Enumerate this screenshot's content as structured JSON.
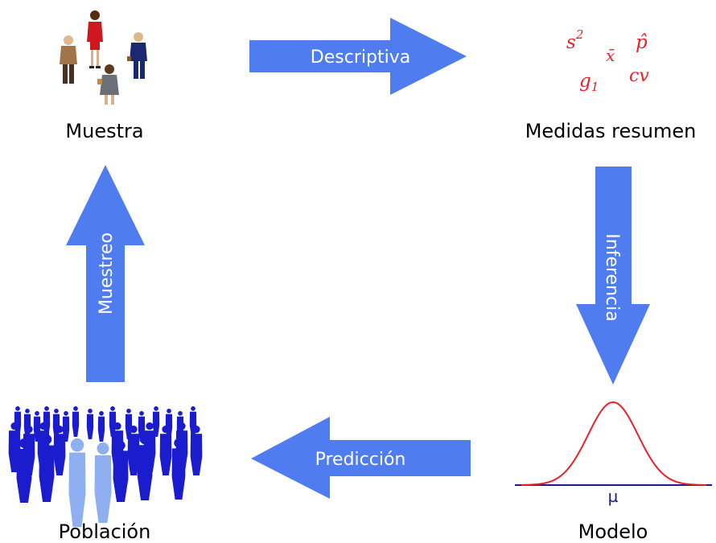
{
  "nodes": {
    "muestra": "Muestra",
    "medidas": "Medidas resumen",
    "modelo": "Modelo",
    "poblacion": "Población"
  },
  "arrows": {
    "descriptiva": "Descriptiva",
    "inferencia": "Inferencia",
    "prediccion": "Predicción",
    "muestreo": "Muestreo"
  },
  "symbols": {
    "s": "s",
    "s_exp": "2",
    "xbar": "x̄",
    "phat": "p̂",
    "g": "g",
    "g_sub": "1",
    "cv": "cv"
  },
  "model": {
    "mu": "µ"
  },
  "colors": {
    "arrow": "#4f7df0",
    "curve": "#e8202a",
    "axis": "#1b1b8f",
    "symbols": "#e8202a",
    "crowd": "#1c1ccf",
    "crowd_light": "#8fb0f0"
  }
}
